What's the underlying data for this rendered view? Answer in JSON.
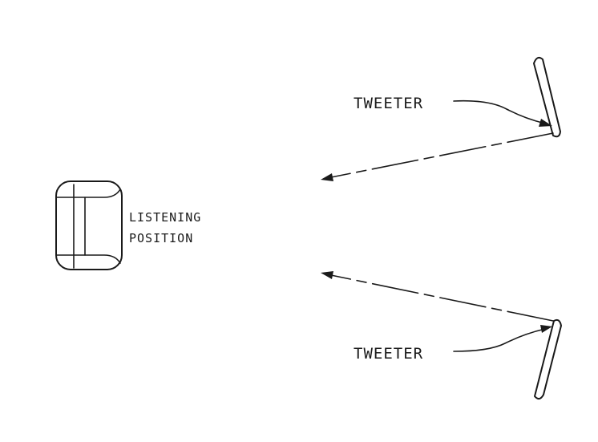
{
  "diagram": {
    "labels": {
      "tweeter_top": "TWEETER",
      "tweeter_bottom": "TWEETER",
      "listening_line1": "LISTENING",
      "listening_line2": "POSITION"
    }
  }
}
